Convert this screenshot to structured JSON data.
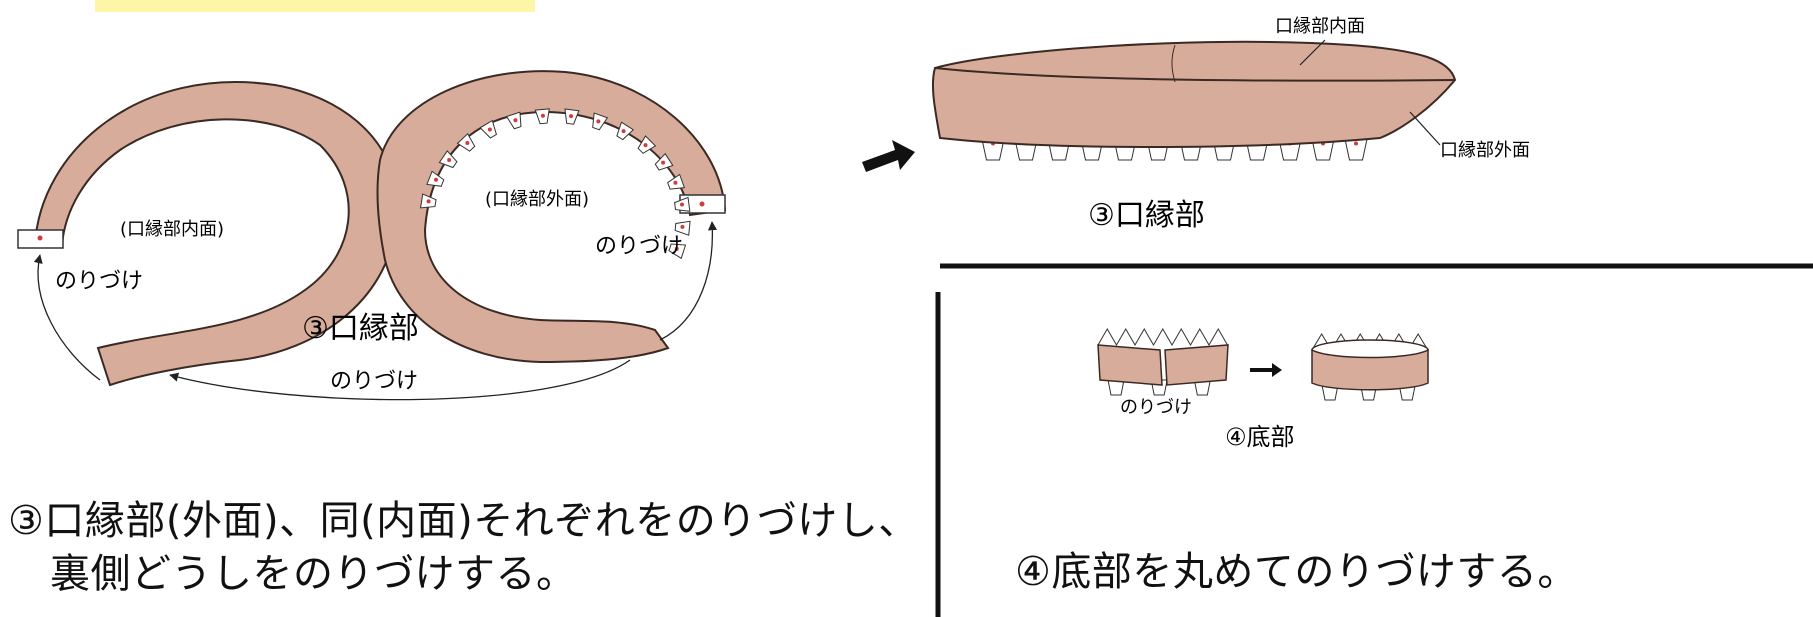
{
  "colors": {
    "clay": "#d7ac9b",
    "clay_dark": "#3b2a24",
    "tab_fill": "#ffffff",
    "glue_dot": "#d23b3b",
    "highlight": "#fdf6a6"
  },
  "left_panel": {
    "inner_label": "(口縁部内面)",
    "outer_label": "(口縁部外面)",
    "glue_left": "のりづけ",
    "glue_right": "のりづけ",
    "glue_bottom": "のりづけ",
    "part_label": "③口縁部",
    "caption_line1": "③口縁部(外面)、同(内面)それぞれをのりづけし、",
    "caption_line2": "裏側どうしをのりづけする。"
  },
  "right_top": {
    "inner_face_label": "口縁部内面",
    "outer_face_label": "口縁部外面",
    "part_label": "③口縁部"
  },
  "right_bottom": {
    "glue_label": "のりづけ",
    "part_label": "④底部",
    "caption": "④底部を丸めてのりづけする。"
  }
}
